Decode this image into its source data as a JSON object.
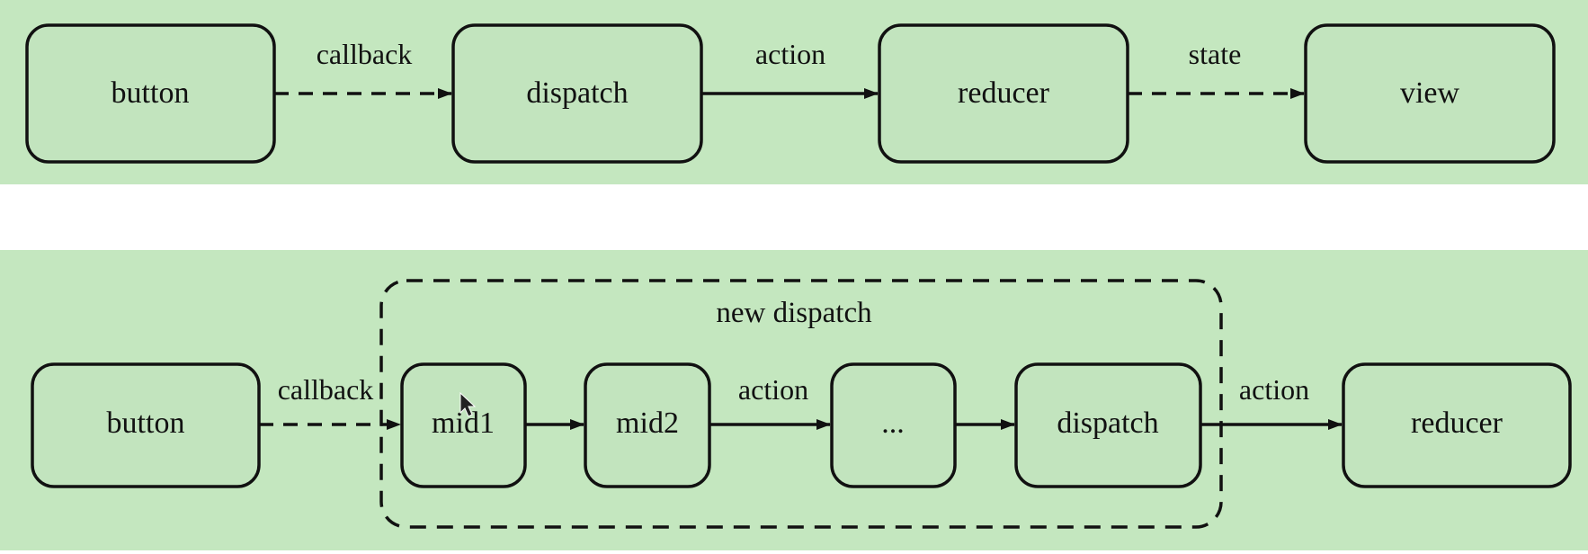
{
  "top_flow": {
    "nodes": {
      "button": "button",
      "dispatch": "dispatch",
      "reducer": "reducer",
      "view": "view"
    },
    "edges": {
      "callback": "callback",
      "action": "action",
      "state": "state"
    }
  },
  "bottom_flow": {
    "group_label": "new dispatch",
    "nodes": {
      "button": "button",
      "mid1": "mid1",
      "mid2": "mid2",
      "ellipsis": "...",
      "dispatch": "dispatch",
      "reducer": "reducer"
    },
    "edges": {
      "callback": "callback",
      "action_inner": "action",
      "action_outer": "action"
    }
  },
  "colors": {
    "panel_background": "#c4e7bf",
    "node_fill": "#c2e4be",
    "stroke": "#111111",
    "page_background": "#ffffff"
  }
}
